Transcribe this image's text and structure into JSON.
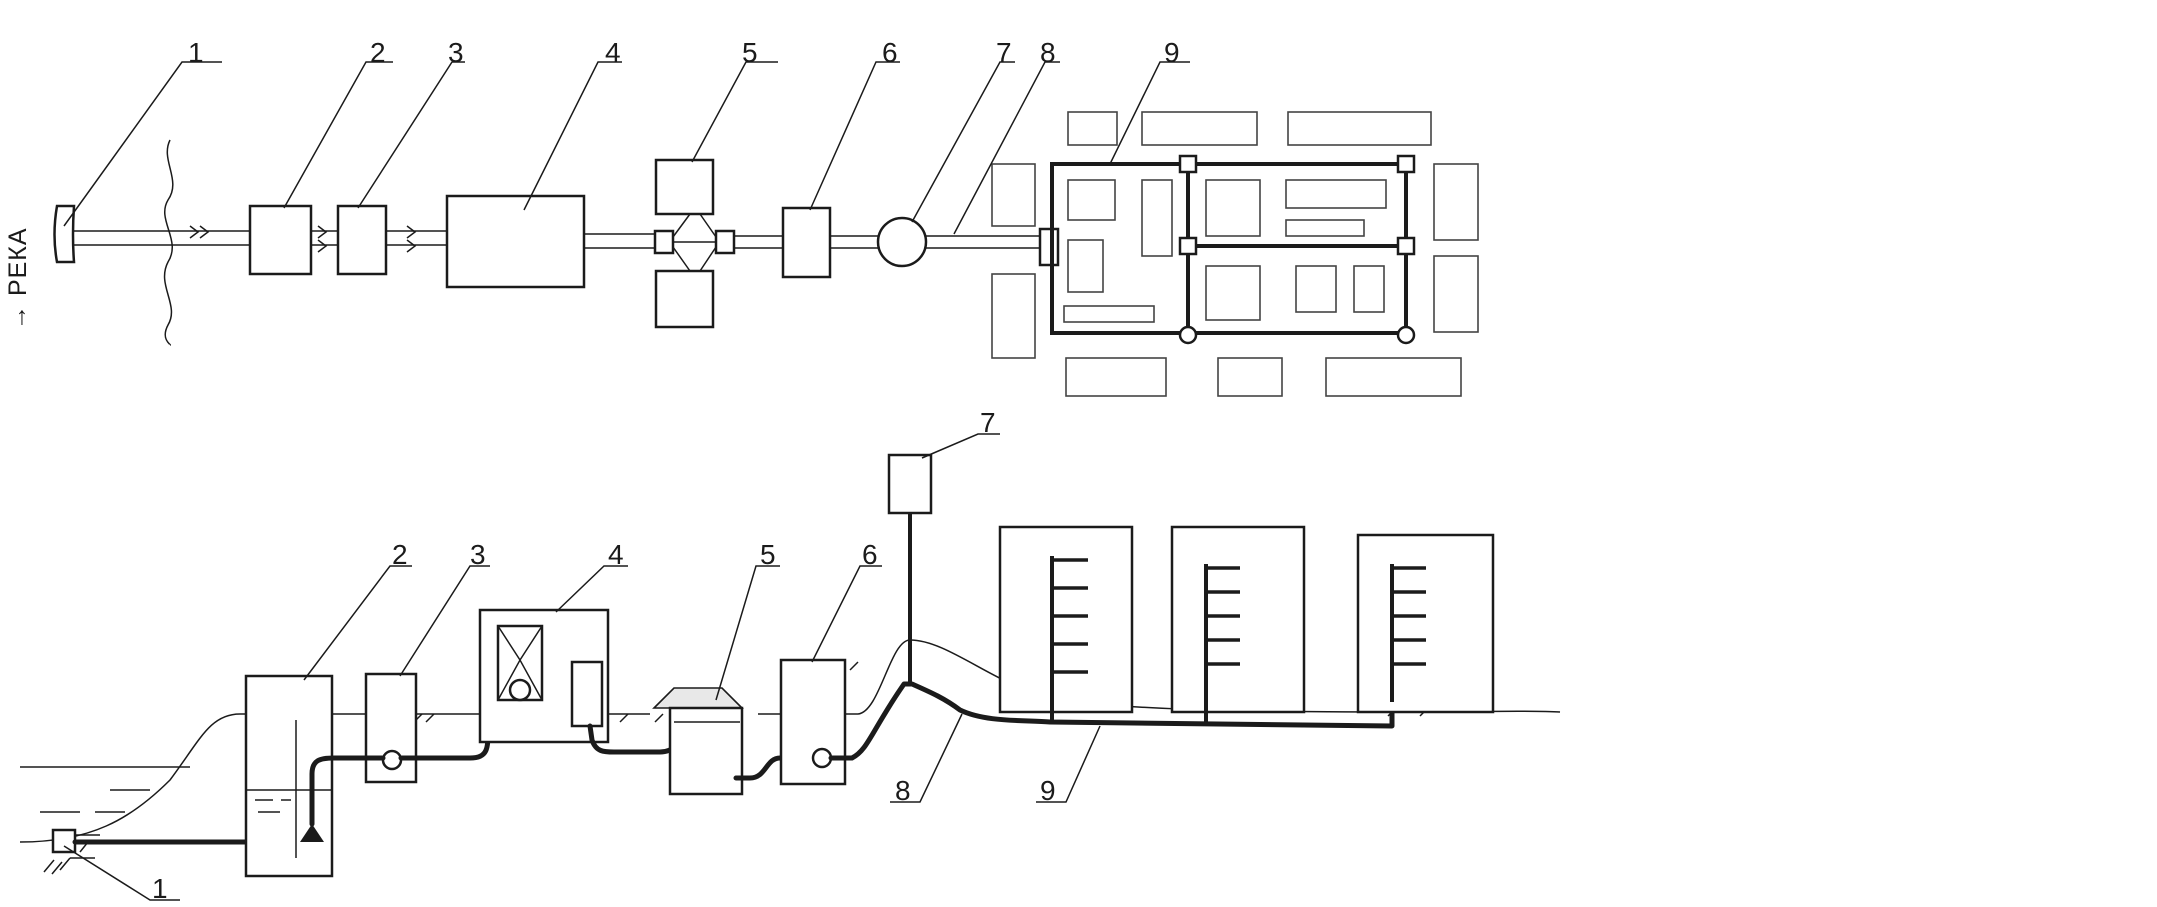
{
  "river_label": "→ РЕКА",
  "plan_labels": [
    "1",
    "2",
    "3",
    "4",
    "5",
    "6",
    "7",
    "8",
    "9"
  ],
  "profile_labels": [
    "1",
    "2",
    "3",
    "4",
    "5",
    "6",
    "7",
    "8",
    "9"
  ]
}
